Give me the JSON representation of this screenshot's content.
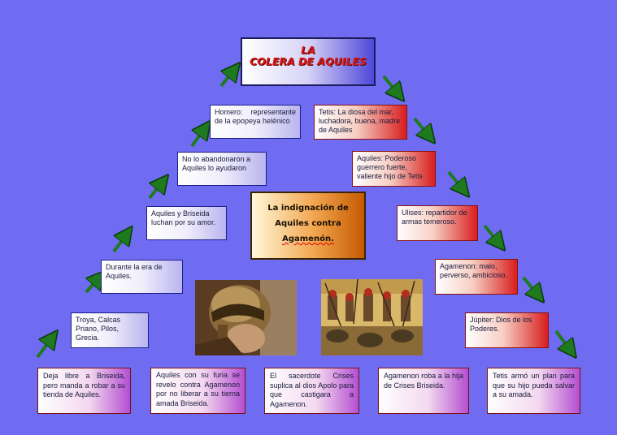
{
  "title": {
    "line1": "LA",
    "line2": "COLERA DE AQUILES"
  },
  "center": {
    "line1": "La indignación de",
    "line2": "Aquiles contra",
    "line3": "Agamenón."
  },
  "left_boxes": [
    {
      "text": "Homero: representante de la epopeya helénico"
    },
    {
      "text": "No lo abandonaron a Aquiles lo ayudaron"
    },
    {
      "text": "Aquiles y Briseida luchan por su amor."
    },
    {
      "text": "Durante la era de Aquiles."
    },
    {
      "text": "Troya, Calcas Priano, Pilos, Grecia."
    }
  ],
  "right_boxes": [
    {
      "text": "Tetis: La diosa del mar, luchadora, buena, madre de Aquiles"
    },
    {
      "text": "Aquiles: Poderoso guerrero fuerte, valiente hijo de Tetis"
    },
    {
      "text": "Ulises: repartidor de armas temeroso."
    },
    {
      "text": "Agamenon: malo, perverso, ambicioso."
    },
    {
      "text": "Júpiter: Dios de los Poderes."
    }
  ],
  "bottom_boxes": [
    {
      "text": "Deja libre a Briseida, pero manda a robar a su tienda de Aquiles."
    },
    {
      "text": "Aquiles con su furia se revelo contra Agamenon por no liberar a su tierna amada Briseida."
    },
    {
      "text": "El sacerdote Crises suplica al dios Apolo para que castigara a Agamenon."
    },
    {
      "text": "Agamenon roba a la hija de Crises Briseida."
    },
    {
      "text": "Tetis armó un plan para que su hijo pueda salvar a su amada."
    }
  ],
  "colors": {
    "background": "#6f6cf2",
    "arrow": "#1f7a1f",
    "title_text": "#d41b1b"
  }
}
